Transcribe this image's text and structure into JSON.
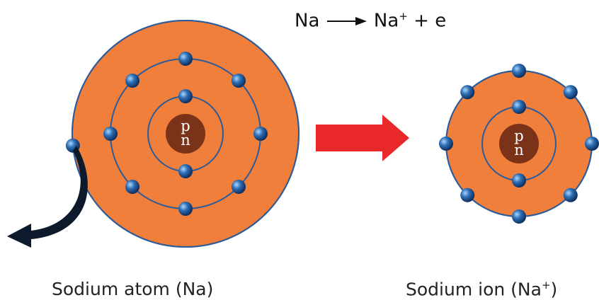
{
  "equation": {
    "reactant": "Na",
    "product_symbol": "Na",
    "product_charge": "+",
    "plus": "+",
    "electron": "e"
  },
  "atom": {
    "caption": "Sodium atom (Na)",
    "nucleus_top": "p",
    "nucleus_bottom": "n",
    "shell_electrons": [
      2,
      8,
      1
    ]
  },
  "ion": {
    "caption_text": "Sodium ion (Na",
    "caption_charge": "+",
    "caption_close": ")",
    "nucleus_top": "p",
    "nucleus_bottom": "n",
    "shell_electrons": [
      2,
      8
    ]
  },
  "colors": {
    "body": "#ef7f3a",
    "ring": "#2d5b9a",
    "nucleus": "#7a3318",
    "arrow": "#e8282a",
    "electron": "#1e4f8c"
  }
}
